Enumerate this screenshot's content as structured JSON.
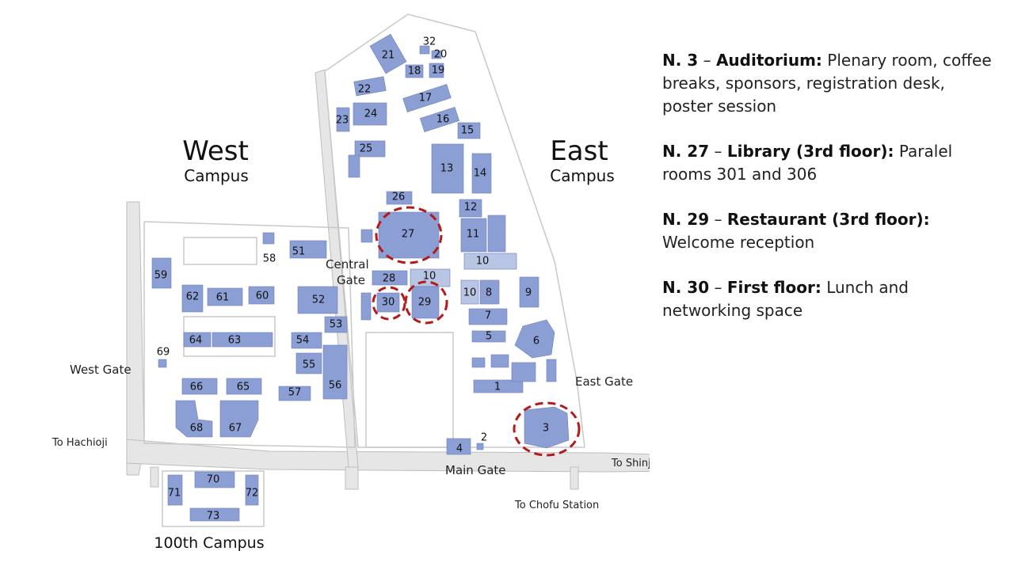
{
  "map": {
    "areas": [
      {
        "id": "west",
        "line1": "West",
        "line2": "Campus"
      },
      {
        "id": "east",
        "line1": "East",
        "line2": "Campus"
      },
      {
        "id": "hundred",
        "line1": "100th Campus",
        "line2": ""
      }
    ],
    "gates": {
      "central_1": "Central",
      "central_2": "Gate",
      "west": "West Gate",
      "east": "East Gate",
      "main": "Main Gate"
    },
    "directions": {
      "hachioji": "To Hachioji",
      "shinjuku": "To Shinjuku",
      "chofu": "To Chofu Station"
    },
    "buildings": [
      "1",
      "2",
      "3",
      "4",
      "5",
      "6",
      "7",
      "8",
      "9",
      "10",
      "10",
      "10",
      "11",
      "12",
      "13",
      "14",
      "15",
      "16",
      "17",
      "18",
      "19",
      "20",
      "21",
      "22",
      "23",
      "24",
      "25",
      "26",
      "27",
      "28",
      "29",
      "30",
      "32",
      "51",
      "52",
      "53",
      "54",
      "55",
      "56",
      "57",
      "58",
      "59",
      "60",
      "61",
      "62",
      "63",
      "64",
      "65",
      "66",
      "67",
      "68",
      "69",
      "70",
      "71",
      "72",
      "73"
    ],
    "highlight_color": "#b31b1b",
    "building_color": "#8c9fd4"
  },
  "legend": [
    {
      "number": "N. 3",
      "name": "Auditorium:",
      "desc": "Plenary room, coffee breaks, sponsors, registration desk, poster session"
    },
    {
      "number": "N. 27",
      "name": "Library (3rd floor):",
      "desc": "Paralel rooms 301 and 306"
    },
    {
      "number": "N. 29",
      "name": "Restaurant (3rd floor):",
      "desc": "Welcome reception"
    },
    {
      "number": "N. 30",
      "name": "First floor:",
      "desc": "Lunch and networking space"
    }
  ]
}
